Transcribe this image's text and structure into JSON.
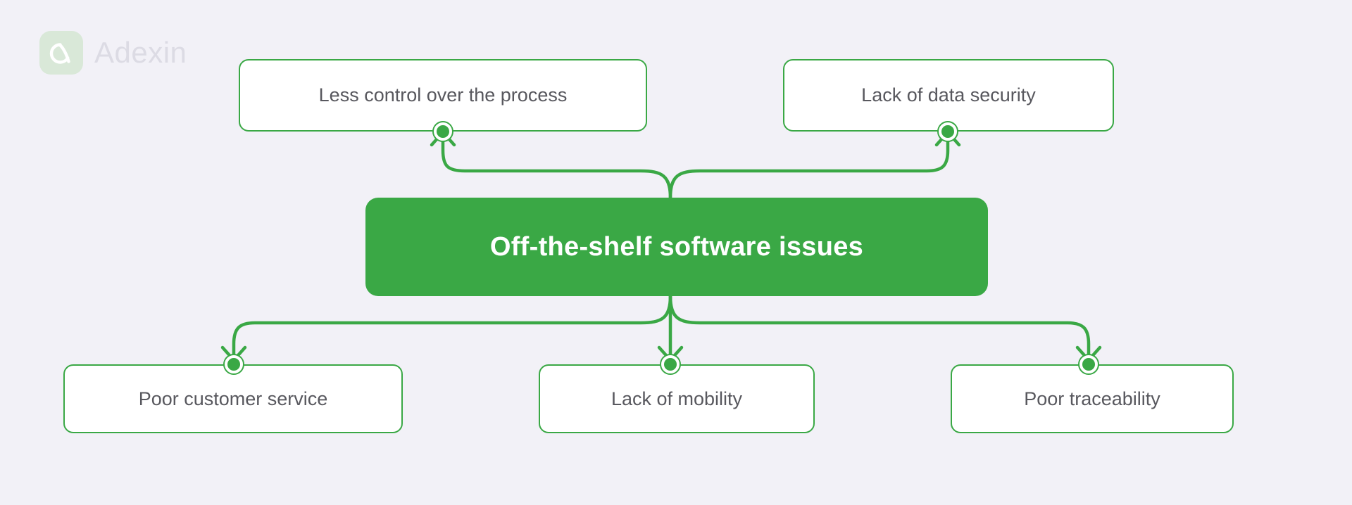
{
  "background_color": "#f2f1f7",
  "accent_color": "#3aa845",
  "logo": {
    "mark_icon": "adexin-a-logo-icon",
    "wordmark": "Adexin",
    "mark_background": "#d9e8d8",
    "wordmark_color": "#dcdbe4"
  },
  "diagram": {
    "type": "mind-map",
    "center": {
      "label": "Off-the-shelf software issues",
      "fill": "#3aa845",
      "text_color": "#ffffff"
    },
    "branches_up": [
      {
        "label": "Less control over the process",
        "connector": "curved-arrow-up",
        "dot": "connector-dot"
      },
      {
        "label": "Lack of data security",
        "connector": "curved-arrow-up",
        "dot": "connector-dot"
      }
    ],
    "branches_down": [
      {
        "label": "Poor customer service",
        "connector": "curved-arrow-down",
        "dot": "connector-dot"
      },
      {
        "label": "Lack of mobility",
        "connector": "straight-arrow-down",
        "dot": "connector-dot"
      },
      {
        "label": "Poor traceability",
        "connector": "curved-arrow-down",
        "dot": "connector-dot"
      }
    ],
    "node_style": {
      "border_color": "#3aa845",
      "fill": "#ffffff",
      "text_color": "#58585e"
    }
  }
}
